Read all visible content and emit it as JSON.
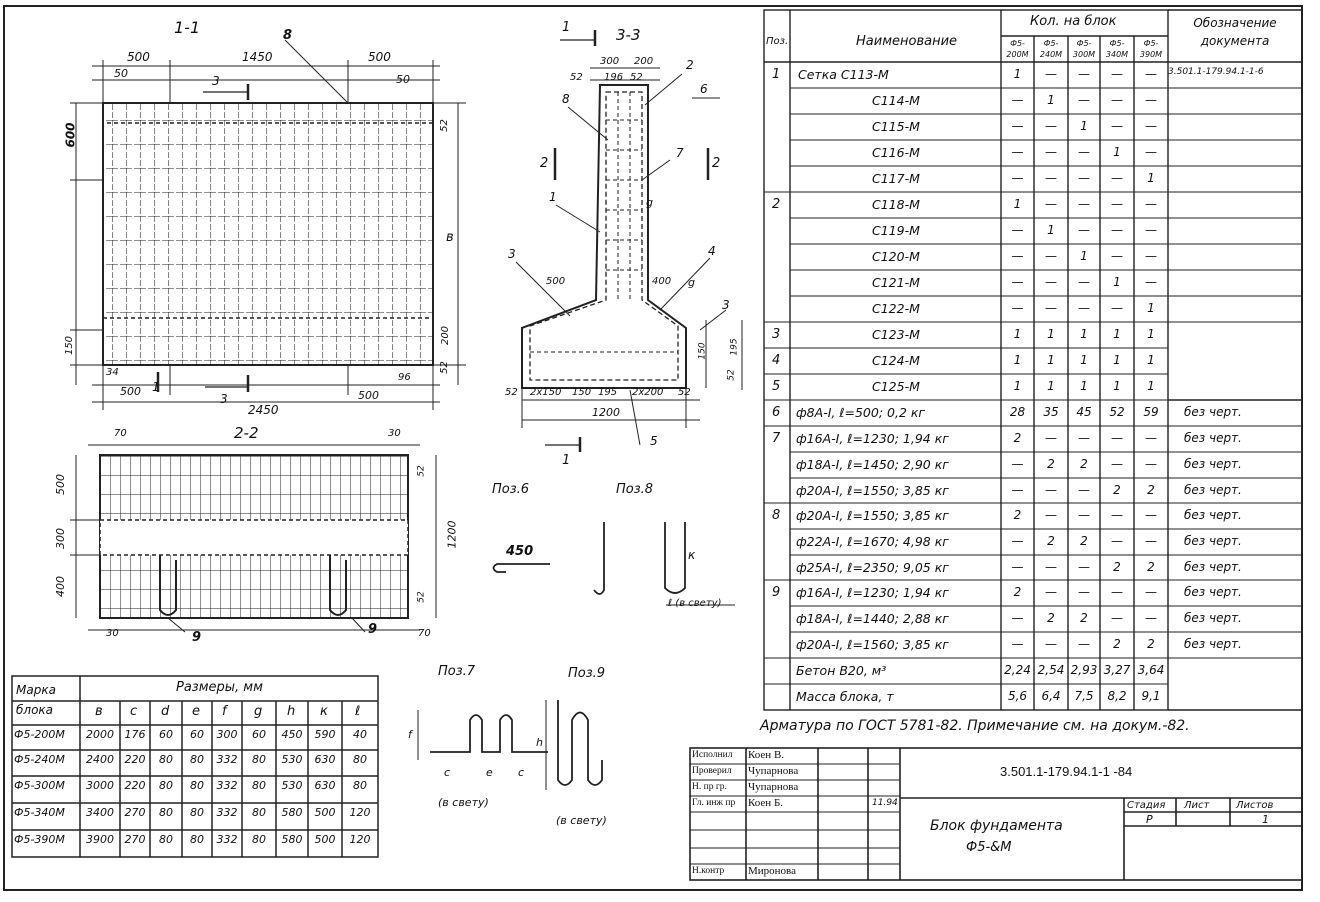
{
  "views": {
    "s11": {
      "title": "1-1",
      "dims_top": [
        "500",
        "1450",
        "500"
      ],
      "dims_top2": [
        "50",
        "50"
      ],
      "dim_h600": "600",
      "dim_150": "150",
      "dim_34": "34",
      "dim_b": "в",
      "dim_52a": "52",
      "dim_200": "200",
      "dim_52b": "52",
      "dim_96": "96",
      "dim_500b_left": "500",
      "dim_500b_right": "500",
      "dim_total": "2450",
      "label_8": "8",
      "cut3_top": "3",
      "cut3_bottom": "3",
      "label_1": "1"
    },
    "s33": {
      "title": "3-3",
      "d300": "300",
      "d200": "200",
      "d52a": "52",
      "d196": "196",
      "d52b": "52",
      "d500": "500",
      "d400": "400",
      "d52c": "52",
      "d2x150": "2x150",
      "d150": "150",
      "d195": "195",
      "d2x200": "2x200",
      "d52d": "52",
      "d1200": "1200",
      "d150v": "150",
      "d195v": "195",
      "d52v": "52",
      "marks": [
        "8",
        "2",
        "6",
        "2",
        "7",
        "2",
        "1",
        "3",
        "4",
        "3",
        "5",
        "1",
        "1",
        "g",
        "g"
      ]
    },
    "s22": {
      "title": "2-2",
      "d70": "70",
      "d30a": "30",
      "d500": "500",
      "d300": "300",
      "d400": "400",
      "d1200": "1200",
      "d52a": "52",
      "d52b": "52",
      "d30b": "30",
      "d70b": "70",
      "mark9a": "9",
      "mark9b": "9"
    },
    "pos6": {
      "label": "Поз.6",
      "dim": "450"
    },
    "pos8": {
      "label": "Поз.8",
      "k": "к",
      "note": "ℓ (в свету)"
    },
    "pos7": {
      "label": "Поз.7",
      "f": "f",
      "c1": "c",
      "e": "e",
      "c2": "c",
      "note": "(в свету)"
    },
    "pos9": {
      "label": "Поз.9",
      "h": "h",
      "note": "(в свету)"
    }
  },
  "dims_table": {
    "header_mark": "Марка блока",
    "header_sizes": "Размеры, мм",
    "cols": [
      "в",
      "с",
      "d",
      "e",
      "f",
      "g",
      "h",
      "к",
      "ℓ"
    ],
    "rows": [
      [
        "Ф5-200М",
        "2000",
        "176",
        "60",
        "60",
        "300",
        "60",
        "450",
        "590",
        "40"
      ],
      [
        "Ф5-240М",
        "2400",
        "220",
        "80",
        "80",
        "332",
        "80",
        "530",
        "630",
        "80"
      ],
      [
        "Ф5-300М",
        "3000",
        "220",
        "80",
        "80",
        "332",
        "80",
        "530",
        "630",
        "80"
      ],
      [
        "Ф5-340М",
        "3400",
        "270",
        "80",
        "80",
        "332",
        "80",
        "580",
        "500",
        "120"
      ],
      [
        "Ф5-390М",
        "3900",
        "270",
        "80",
        "80",
        "332",
        "80",
        "580",
        "500",
        "120"
      ]
    ]
  },
  "spec": {
    "hdr_pos": "Поз.",
    "hdr_name": "Наименование",
    "hdr_qty": "Кол. на блок",
    "hdr_doc": "Обозначение документа",
    "qty_cols": [
      "Ф5-200М",
      "Ф5-240М",
      "Ф5-300М",
      "Ф5-340М",
      "Ф5-390М"
    ],
    "rows": [
      {
        "pos": "1",
        "name": "Сетка  С113-М",
        "q": [
          "1",
          "—",
          "—",
          "—",
          "—"
        ],
        "doc": "3.501.1-179.94.1-1-6"
      },
      {
        "pos": "",
        "name": "С114-М",
        "q": [
          "—",
          "1",
          "—",
          "—",
          "—"
        ],
        "doc": ""
      },
      {
        "pos": "",
        "name": "С115-М",
        "q": [
          "—",
          "—",
          "1",
          "—",
          "—"
        ],
        "doc": ""
      },
      {
        "pos": "",
        "name": "С116-М",
        "q": [
          "—",
          "—",
          "—",
          "1",
          "—"
        ],
        "doc": ""
      },
      {
        "pos": "",
        "name": "С117-М",
        "q": [
          "—",
          "—",
          "—",
          "—",
          "1"
        ],
        "doc": ""
      },
      {
        "pos": "2",
        "name": "С118-М",
        "q": [
          "1",
          "—",
          "—",
          "—",
          "—"
        ],
        "doc": ""
      },
      {
        "pos": "",
        "name": "С119-М",
        "q": [
          "—",
          "1",
          "—",
          "—",
          "—"
        ],
        "doc": ""
      },
      {
        "pos": "",
        "name": "С120-М",
        "q": [
          "—",
          "—",
          "1",
          "—",
          "—"
        ],
        "doc": ""
      },
      {
        "pos": "",
        "name": "С121-М",
        "q": [
          "—",
          "—",
          "—",
          "1",
          "—"
        ],
        "doc": ""
      },
      {
        "pos": "",
        "name": "С122-М",
        "q": [
          "—",
          "—",
          "—",
          "—",
          "1"
        ],
        "doc": ""
      },
      {
        "pos": "3",
        "name": "С123-М",
        "q": [
          "1",
          "1",
          "1",
          "1",
          "1"
        ],
        "doc": ""
      },
      {
        "pos": "4",
        "name": "С124-М",
        "q": [
          "1",
          "1",
          "1",
          "1",
          "1"
        ],
        "doc": ""
      },
      {
        "pos": "5",
        "name": "С125-М",
        "q": [
          "1",
          "1",
          "1",
          "1",
          "1"
        ],
        "doc": ""
      },
      {
        "pos": "6",
        "name": "ф8А-I, ℓ=500;   0,2 кг",
        "q": [
          "28",
          "35",
          "45",
          "52",
          "59"
        ],
        "doc": "без черт."
      },
      {
        "pos": "7",
        "name": "ф16А-I, ℓ=1230;  1,94 кг",
        "q": [
          "2",
          "—",
          "—",
          "—",
          "—"
        ],
        "doc": "без черт."
      },
      {
        "pos": "",
        "name": "ф18А-I, ℓ=1450;  2,90 кг",
        "q": [
          "—",
          "2",
          "2",
          "—",
          "—"
        ],
        "doc": "без черт."
      },
      {
        "pos": "",
        "name": "ф20А-I, ℓ=1550;  3,85 кг",
        "q": [
          "—",
          "—",
          "—",
          "2",
          "2"
        ],
        "doc": "без черт."
      },
      {
        "pos": "8",
        "name": "ф20А-I, ℓ=1550;  3,85 кг",
        "q": [
          "2",
          "—",
          "—",
          "—",
          "—"
        ],
        "doc": "без черт."
      },
      {
        "pos": "",
        "name": "ф22А-I, ℓ=1670;  4,98 кг",
        "q": [
          "—",
          "2",
          "2",
          "—",
          "—"
        ],
        "doc": "без черт."
      },
      {
        "pos": "",
        "name": "ф25А-I, ℓ=2350;  9,05 кг",
        "q": [
          "—",
          "—",
          "—",
          "2",
          "2"
        ],
        "doc": "без черт."
      },
      {
        "pos": "9",
        "name": "ф16А-I, ℓ=1230;  1,94 кг",
        "q": [
          "2",
          "—",
          "—",
          "—",
          "—"
        ],
        "doc": "без черт."
      },
      {
        "pos": "",
        "name": "ф18А-I, ℓ=1440;  2,88 кг",
        "q": [
          "—",
          "2",
          "2",
          "—",
          "—"
        ],
        "doc": "без черт."
      },
      {
        "pos": "",
        "name": "ф20А-I, ℓ=1560;  3,85 кг",
        "q": [
          "—",
          "—",
          "—",
          "2",
          "2"
        ],
        "doc": "без черт."
      },
      {
        "pos": "",
        "name": "Бетон В20,    м³",
        "q": [
          "2,24",
          "2,54",
          "2,93",
          "3,27",
          "3,64"
        ],
        "doc": ""
      },
      {
        "pos": "",
        "name": "Масса блока,   т",
        "q": [
          "5,6",
          "6,4",
          "7,5",
          "8,2",
          "9,1"
        ],
        "doc": ""
      }
    ]
  },
  "note": "Арматура по ГОСТ 5781-82. Примечание см. на докум.-82.",
  "stamp": {
    "roles": [
      "Исполнил",
      "Проверил",
      "Н. пр гр.",
      "Гл. инж пр",
      "",
      "",
      "Н.контр"
    ],
    "names": [
      "Коен В.",
      "Чупарнова",
      "Чупарнова",
      "Коен Б.",
      "",
      "",
      "Миронова"
    ],
    "date": "11.94",
    "code": "3.501.1-179.94.1-1 -84",
    "title": "Блок фундамента Ф5-&М",
    "title_line1": "Блок фундамента",
    "title_line2": "Ф5-&М",
    "stage_hdr": "Стадия",
    "sheet_hdr": "Лист",
    "sheets_hdr": "Листов",
    "stage": "Р",
    "sheets": "1"
  }
}
